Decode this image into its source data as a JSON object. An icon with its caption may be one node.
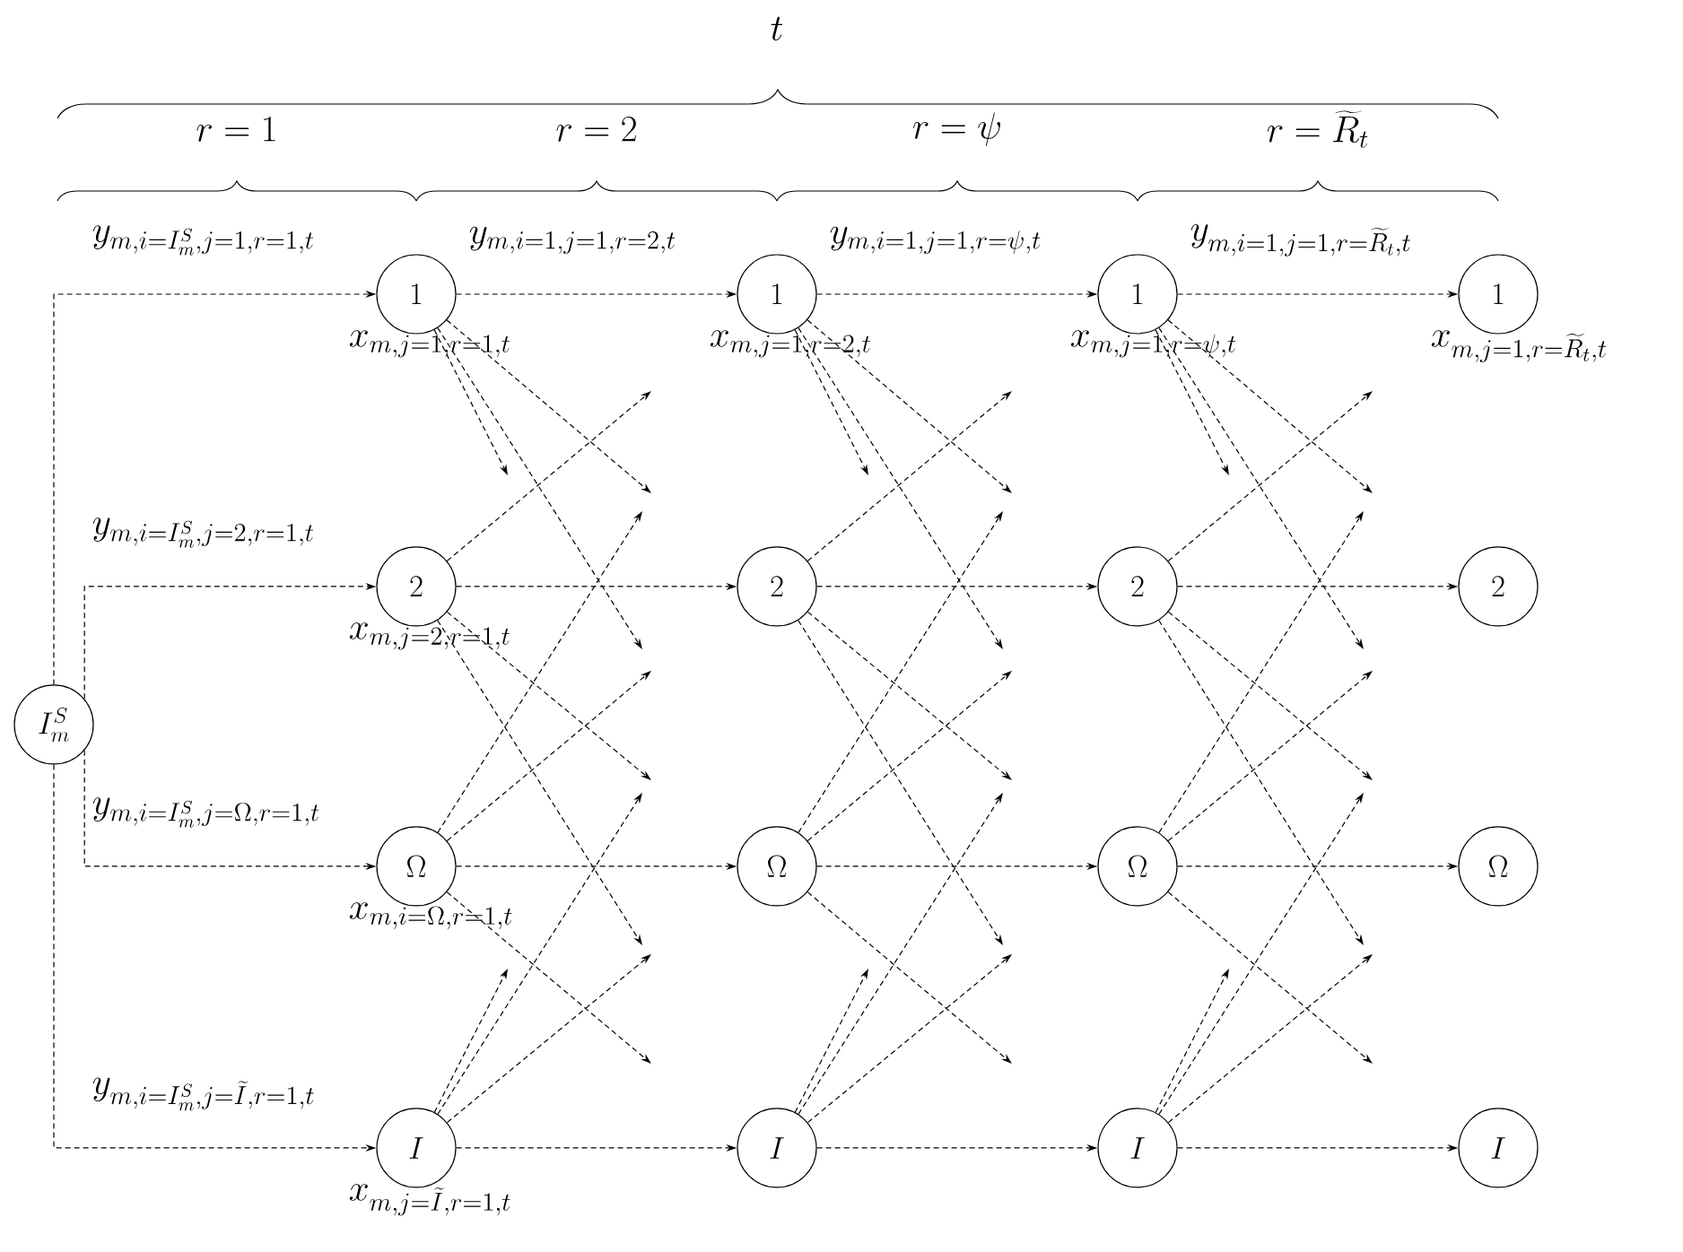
{
  "diagram": {
    "nodes": [
      {
        "text": [
          "I_m^S"
        ]
      },
      {
        "text": [
          "1"
        ],
        "beside": [
          "x_{m,j=1,r=1,t}"
        ]
      },
      {
        "text": [
          "2"
        ],
        "beside": [
          "x_{m,j=2,r=1,t}"
        ]
      },
      {
        "text": [
          "\\Omega"
        ],
        "beside": [
          "x_{m,i=\\Omega,r=1,t}"
        ]
      },
      {
        "text": [
          "I"
        ],
        "beside": [
          "x_{m,j=\\widetilde{I},r=1,t}"
        ]
      },
      {
        "text": [
          "1"
        ],
        "beside": [
          "x_{m,j=1,r=2,t}"
        ]
      },
      {
        "text": [
          "2"
        ]
      },
      {
        "text": [
          "\\Omega"
        ]
      },
      {
        "text": [
          "I"
        ]
      },
      {
        "text": [
          "1"
        ],
        "beside": [
          "x_{m,j=1,r=\\psi,t}"
        ]
      },
      {
        "text": [
          "2"
        ]
      },
      {
        "text": [
          "\\Omega"
        ]
      },
      {
        "text": [
          "I"
        ]
      },
      {
        "text": [
          "1"
        ],
        "beside": [
          "x_{m,j=1,r=\\widetilde{R}_t,t}"
        ]
      },
      {
        "text": [
          "2"
        ]
      },
      {
        "text": [
          "\\Omega"
        ]
      },
      {
        "text": [
          "I"
        ]
      }
    ],
    "edges": [
      {
        "from": 0,
        "to": 1,
        "arrow": "to",
        "label": "y_{m,i=I_m^S,j=1,r=1,t}"
      },
      {
        "from": 0,
        "to": 2,
        "arrow": "to",
        "label": "y_{m,i=I_m^S,j=2,r=1,t}"
      },
      {
        "from": 0,
        "to": 3,
        "arrow": "to",
        "label": "y_{m,i=I_m^S,j=\\Omega,r=1,t}"
      },
      {
        "from": 0,
        "to": 4,
        "arrow": "to",
        "label": "y_{m,i=I_m^S,j=\\widetilde{I},r=1,t}"
      },
      {
        "from": 1,
        "to": 5,
        "arrow": "to",
        "label": "y_{m,i=1,j=1,r=2,t}"
      },
      {
        "from": 2,
        "to": 6,
        "arrow": "to"
      },
      {
        "from": 3,
        "to": 7,
        "arrow": "to"
      },
      {
        "from": 4,
        "to": 8,
        "arrow": "to"
      },
      {
        "from": 5,
        "to": 9,
        "arrow": "to",
        "label": "y_{m,i=1,j=1,r=\\psi,t}"
      },
      {
        "from": 6,
        "to": 10,
        "arrow": "to"
      },
      {
        "from": 7,
        "to": 11,
        "arrow": "to"
      },
      {
        "from": 8,
        "to": 12,
        "arrow": "to"
      },
      {
        "from": 9,
        "to": 13,
        "arrow": "to",
        "label": "y_{m,i=1,j=1,r=\\widetilde{R}_t,t}"
      },
      {
        "from": 10,
        "to": 14,
        "arrow": "to"
      },
      {
        "from": 11,
        "to": 15,
        "arrow": "to"
      },
      {
        "from": 12,
        "to": 16,
        "arrow": "to"
      },
      {
        "from": 1,
        "to": null,
        "arrow": "to"
      },
      {
        "from": 1,
        "to": null,
        "arrow": "to"
      },
      {
        "from": 1,
        "to": null,
        "arrow": "to"
      },
      {
        "from": 2,
        "to": null,
        "arrow": "to"
      },
      {
        "from": 2,
        "to": null,
        "arrow": "to"
      },
      {
        "from": 2,
        "to": null,
        "arrow": "to"
      },
      {
        "from": 3,
        "to": null,
        "arrow": "to"
      },
      {
        "from": 3,
        "to": null,
        "arrow": "to"
      },
      {
        "from": 3,
        "to": null,
        "arrow": "to"
      },
      {
        "from": 4,
        "to": null,
        "arrow": "to"
      },
      {
        "from": 4,
        "to": null,
        "arrow": "to"
      },
      {
        "from": 4,
        "to": null,
        "arrow": "to"
      },
      {
        "from": 5,
        "to": null,
        "arrow": "to"
      },
      {
        "from": 5,
        "to": null,
        "arrow": "to"
      },
      {
        "from": 5,
        "to": null,
        "arrow": "to"
      },
      {
        "from": 6,
        "to": null,
        "arrow": "to"
      },
      {
        "from": 6,
        "to": null,
        "arrow": "to"
      },
      {
        "from": 6,
        "to": null,
        "arrow": "to"
      },
      {
        "from": 7,
        "to": null,
        "arrow": "to"
      },
      {
        "from": 7,
        "to": null,
        "arrow": "to"
      },
      {
        "from": 7,
        "to": null,
        "arrow": "to"
      },
      {
        "from": 8,
        "to": null,
        "arrow": "to"
      },
      {
        "from": 8,
        "to": null,
        "arrow": "to"
      },
      {
        "from": 8,
        "to": null,
        "arrow": "to"
      },
      {
        "from": 9,
        "to": null,
        "arrow": "to"
      },
      {
        "from": 9,
        "to": null,
        "arrow": "to"
      },
      {
        "from": 9,
        "to": null,
        "arrow": "to"
      },
      {
        "from": 10,
        "to": null,
        "arrow": "to"
      },
      {
        "from": 10,
        "to": null,
        "arrow": "to"
      },
      {
        "from": 10,
        "to": null,
        "arrow": "to"
      },
      {
        "from": 11,
        "to": null,
        "arrow": "to"
      },
      {
        "from": 11,
        "to": null,
        "arrow": "to"
      },
      {
        "from": 11,
        "to": null,
        "arrow": "to"
      },
      {
        "from": 12,
        "to": null,
        "arrow": "to"
      },
      {
        "from": 12,
        "to": null,
        "arrow": "to"
      },
      {
        "from": 12,
        "to": null,
        "arrow": "to"
      }
    ],
    "labels": [
      "t",
      "r=1",
      "r=2",
      "r=\\psi",
      "r=\\widetilde{R}_t"
    ]
  }
}
